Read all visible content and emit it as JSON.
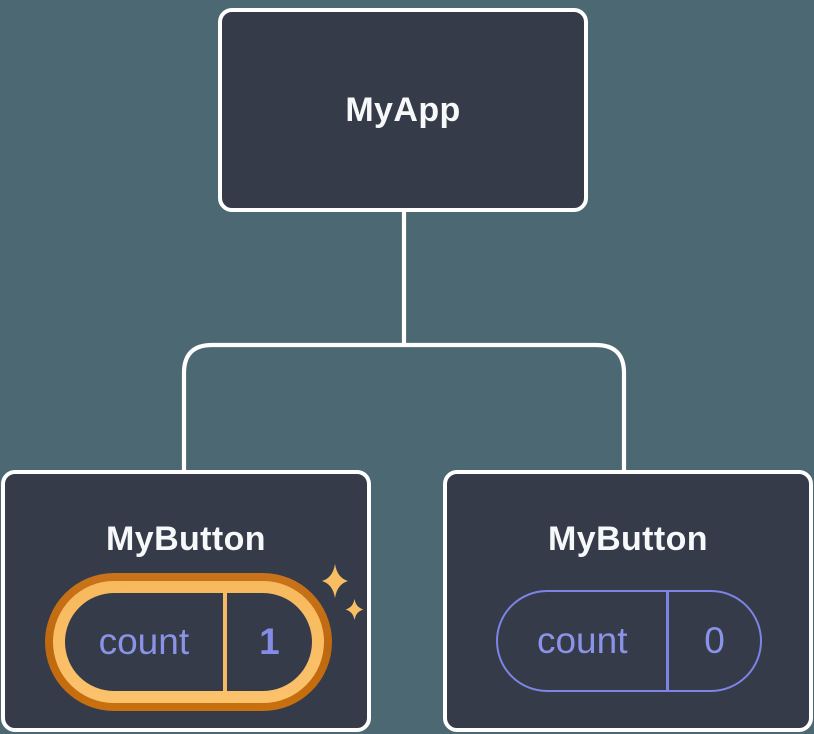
{
  "diagram": {
    "root": {
      "label": "MyApp"
    },
    "children": [
      {
        "label": "MyButton",
        "state_key": "count",
        "state_value": "1",
        "highlighted": true
      },
      {
        "label": "MyButton",
        "state_key": "count",
        "state_value": "0",
        "highlighted": false
      }
    ]
  },
  "colors": {
    "background": "#4C6872",
    "card_background": "#353B48",
    "card_border": "#FFFFFF",
    "connector_line": "#FFFFFF",
    "label_text": "#F7F8FA",
    "state_text": "#8B93E8",
    "state_pill_border": "#7C84E6",
    "highlight_ring_outer": "#BE690F",
    "highlight_ring_gold": "#F9BD66",
    "sparkle": "#F7BE63"
  }
}
